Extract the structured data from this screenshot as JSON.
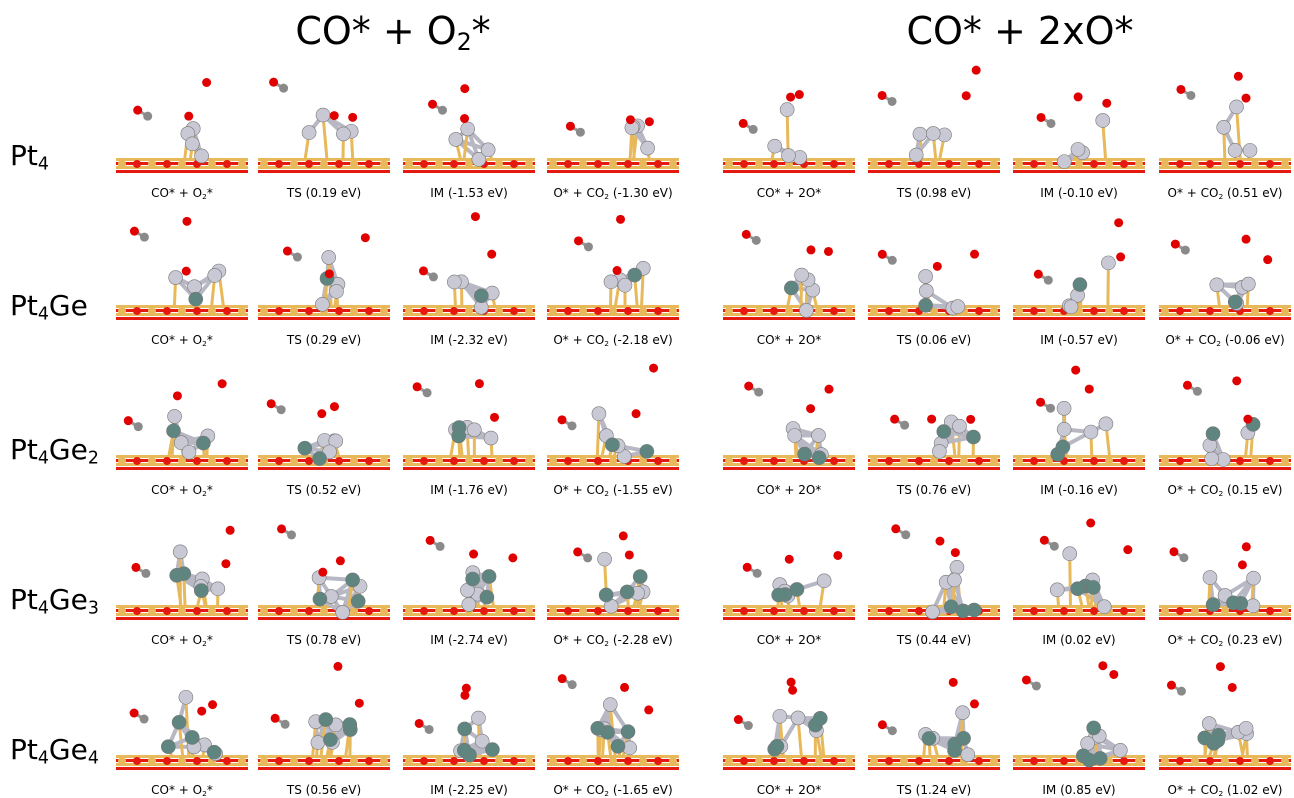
{
  "headers": {
    "left": {
      "pre": "CO* + O",
      "sub": "2",
      "post": "*"
    },
    "right": {
      "pre": "CO* + 2xO*",
      "sub": "",
      "post": ""
    }
  },
  "rows": [
    {
      "label": {
        "base": "Pt",
        "s1": "4",
        "mid": "",
        "s2": ""
      },
      "left": [
        {
          "pre": "CO* + O",
          "sub": "2",
          "post": "*"
        },
        {
          "pre": "TS (0.19 eV)",
          "sub": "",
          "post": ""
        },
        {
          "pre": "IM (-1.53 eV)",
          "sub": "",
          "post": ""
        },
        {
          "pre": "O* + CO",
          "sub": "2",
          "post": " (-1.30 eV)"
        }
      ],
      "right": [
        {
          "pre": "CO* + 2O*",
          "sub": "",
          "post": ""
        },
        {
          "pre": "TS (0.98 eV)",
          "sub": "",
          "post": ""
        },
        {
          "pre": "IM (-0.10 eV)",
          "sub": "",
          "post": ""
        },
        {
          "pre": "O* + CO",
          "sub": "2",
          "post": " (0.51 eV)"
        }
      ]
    },
    {
      "label": {
        "base": "Pt",
        "s1": "4",
        "mid": "Ge",
        "s2": ""
      },
      "left": [
        {
          "pre": "CO* + O",
          "sub": "2",
          "post": "*"
        },
        {
          "pre": "TS (0.29 eV)",
          "sub": "",
          "post": ""
        },
        {
          "pre": "IM (-2.32 eV)",
          "sub": "",
          "post": ""
        },
        {
          "pre": "O* + CO",
          "sub": "2",
          "post": " (-2.18 eV)"
        }
      ],
      "right": [
        {
          "pre": "CO* + 2O*",
          "sub": "",
          "post": ""
        },
        {
          "pre": "TS (0.06 eV)",
          "sub": "",
          "post": ""
        },
        {
          "pre": "IM (-0.57 eV)",
          "sub": "",
          "post": ""
        },
        {
          "pre": "O* + CO",
          "sub": "2",
          "post": " (-0.06 eV)"
        }
      ]
    },
    {
      "label": {
        "base": "Pt",
        "s1": "4",
        "mid": "Ge",
        "s2": "2"
      },
      "left": [
        {
          "pre": "CO* + O",
          "sub": "2",
          "post": "*"
        },
        {
          "pre": "TS (0.52 eV)",
          "sub": "",
          "post": ""
        },
        {
          "pre": "IM (-1.76 eV)",
          "sub": "",
          "post": ""
        },
        {
          "pre": "O* + CO",
          "sub": "2",
          "post": " (-1.55 eV)"
        }
      ],
      "right": [
        {
          "pre": "CO* + 2O*",
          "sub": "",
          "post": ""
        },
        {
          "pre": "TS (0.76 eV)",
          "sub": "",
          "post": ""
        },
        {
          "pre": "IM (-0.16 eV)",
          "sub": "",
          "post": ""
        },
        {
          "pre": "O* + CO",
          "sub": "2",
          "post": " (0.15 eV)"
        }
      ]
    },
    {
      "label": {
        "base": "Pt",
        "s1": "4",
        "mid": "Ge",
        "s2": "3"
      },
      "left": [
        {
          "pre": "CO* + O",
          "sub": "2",
          "post": "*"
        },
        {
          "pre": "TS (0.78 eV)",
          "sub": "",
          "post": ""
        },
        {
          "pre": "IM (-2.74 eV)",
          "sub": "",
          "post": ""
        },
        {
          "pre": "O* + CO",
          "sub": "2",
          "post": " (-2.28 eV)"
        }
      ],
      "right": [
        {
          "pre": "CO* + 2O*",
          "sub": "",
          "post": ""
        },
        {
          "pre": "TS (0.44 eV)",
          "sub": "",
          "post": ""
        },
        {
          "pre": "IM (0.02 eV)",
          "sub": "",
          "post": ""
        },
        {
          "pre": "O* + CO",
          "sub": "2",
          "post": " (0.23 eV)"
        }
      ]
    },
    {
      "label": {
        "base": "Pt",
        "s1": "4",
        "mid": "Ge",
        "s2": "4"
      },
      "left": [
        {
          "pre": "CO* + O",
          "sub": "2",
          "post": "*"
        },
        {
          "pre": "TS (0.56 eV)",
          "sub": "",
          "post": ""
        },
        {
          "pre": "IM (-2.25 eV)",
          "sub": "",
          "post": ""
        },
        {
          "pre": "O* + CO",
          "sub": "2",
          "post": " (-1.65 eV)"
        }
      ],
      "right": [
        {
          "pre": "CO* + 2O*",
          "sub": "",
          "post": ""
        },
        {
          "pre": "TS (1.24 eV)",
          "sub": "",
          "post": ""
        },
        {
          "pre": "IM (0.85 eV)",
          "sub": "",
          "post": ""
        },
        {
          "pre": "O* + CO",
          "sub": "2",
          "post": " (1.02 eV)"
        }
      ]
    }
  ],
  "atom_colors": {
    "pt": "#c9c9d6",
    "ge": "#5f8580",
    "o": "#e00000",
    "c": "#8a8a8a",
    "support_gold": "#e8b95a",
    "support_red": "#e41a10"
  }
}
